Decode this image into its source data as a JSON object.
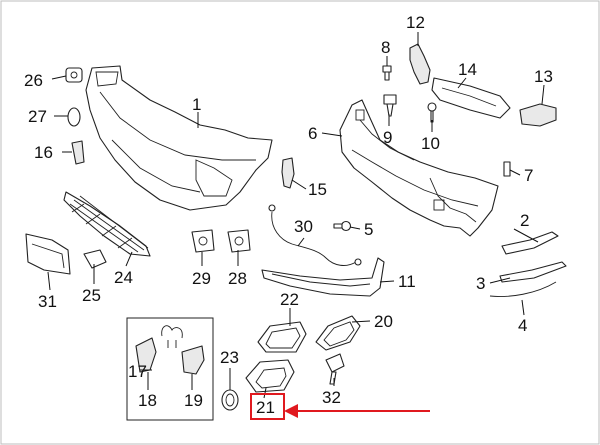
{
  "callouts": [
    {
      "id": "1",
      "text": "1"
    },
    {
      "id": "2",
      "text": "2"
    },
    {
      "id": "3",
      "text": "3"
    },
    {
      "id": "4",
      "text": "4"
    },
    {
      "id": "5",
      "text": "5"
    },
    {
      "id": "6",
      "text": "6"
    },
    {
      "id": "7",
      "text": "7"
    },
    {
      "id": "8",
      "text": "8"
    },
    {
      "id": "9",
      "text": "9"
    },
    {
      "id": "10",
      "text": "10"
    },
    {
      "id": "11",
      "text": "11"
    },
    {
      "id": "12",
      "text": "12"
    },
    {
      "id": "13",
      "text": "13"
    },
    {
      "id": "14",
      "text": "14"
    },
    {
      "id": "15",
      "text": "15"
    },
    {
      "id": "16",
      "text": "16"
    },
    {
      "id": "17",
      "text": "17"
    },
    {
      "id": "18",
      "text": "18"
    },
    {
      "id": "19",
      "text": "19"
    },
    {
      "id": "20",
      "text": "20"
    },
    {
      "id": "21",
      "text": "21"
    },
    {
      "id": "22",
      "text": "22"
    },
    {
      "id": "23",
      "text": "23"
    },
    {
      "id": "24",
      "text": "24"
    },
    {
      "id": "25",
      "text": "25"
    },
    {
      "id": "26",
      "text": "26"
    },
    {
      "id": "27",
      "text": "27"
    },
    {
      "id": "28",
      "text": "28"
    },
    {
      "id": "29",
      "text": "29"
    },
    {
      "id": "30",
      "text": "30"
    },
    {
      "id": "31",
      "text": "31"
    },
    {
      "id": "32",
      "text": "32"
    }
  ],
  "highlight": {
    "callout": "21",
    "color": "#e0191f"
  }
}
